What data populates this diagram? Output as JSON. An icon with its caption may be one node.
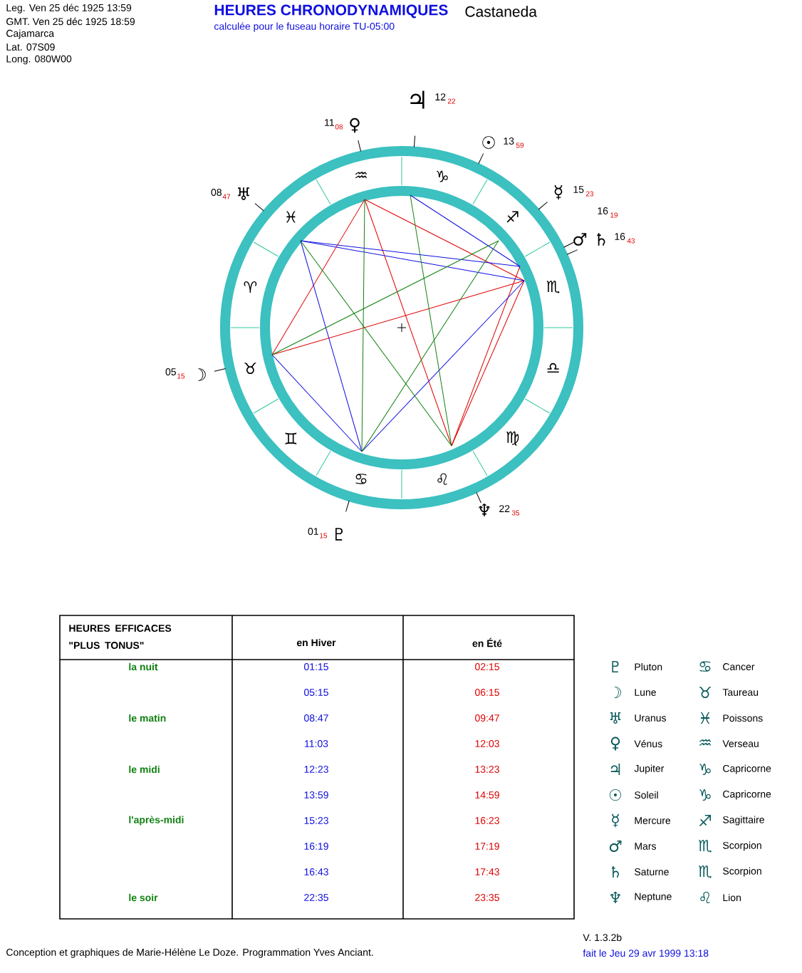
{
  "diagram": {
    "title": "HEURES CHRONODYNAMIQUES",
    "labels": [
      "Leg. Ven 25 déc 1925 13:59",
      "GMT. Ven 25 déc 1925 18:59",
      "Cajamarca",
      "Lat.  07S09",
      "Long.  080W00",
      "Castaneda",
      "calculée pour le fuseau horaire TU-05:00",
      "♃",
      "12",
      "22",
      "11",
      "08",
      "♀",
      "☉",
      "13",
      "59",
      "08",
      "47",
      "♅",
      "☿",
      "15",
      "23",
      "16",
      "19",
      "♂",
      "♄",
      "16",
      "43",
      "05",
      "15",
      "☽",
      "♆",
      "22",
      "35",
      "01",
      "15",
      "♇",
      "♒",
      "♑",
      "♓",
      "♐",
      "♈",
      "♏",
      "♉",
      "♎",
      "♊",
      "♍",
      "♋",
      "♌",
      "HEURES EFFICACES \"PLUS TONUS\"",
      "en Hiver",
      "en Été",
      "la nuit",
      "01:15",
      "02:15",
      "05:15",
      "06:15",
      "le matin",
      "08:47",
      "09:47",
      "11:03",
      "12:03",
      "le midi",
      "12:23",
      "13:23",
      "13:59",
      "14:59",
      "l'après-midi",
      "15:23",
      "16:23",
      "16:19",
      "17:19",
      "16:43",
      "17:43",
      "le soir",
      "22:35",
      "23:35",
      "♇",
      "Pluton",
      "♋",
      "Cancer",
      "☽",
      "Lune",
      "♉",
      "Taureau",
      "♅",
      "Uranus",
      "♓",
      "Poissons",
      "♀",
      "Vénus",
      "♒",
      "Verseau",
      "♃",
      "Jupiter",
      "♑",
      "Capricorne",
      "☉",
      "Soleil",
      "♑",
      "Capricorne",
      "☿",
      "Mercure",
      "♐",
      "Sagittaire",
      "♂",
      "Mars",
      "♏",
      "Scorpion",
      "♄",
      "Saturne",
      "♏",
      "Scorpion",
      "♆",
      "Neptune",
      "♌",
      "Lion",
      "V. 1.3.2b",
      "Conception et graphiques de Marie-Hélène Le Doze. Programmation Yves Anciant.",
      "fait le Jeu 29 avr 1999 13:18"
    ]
  }
}
